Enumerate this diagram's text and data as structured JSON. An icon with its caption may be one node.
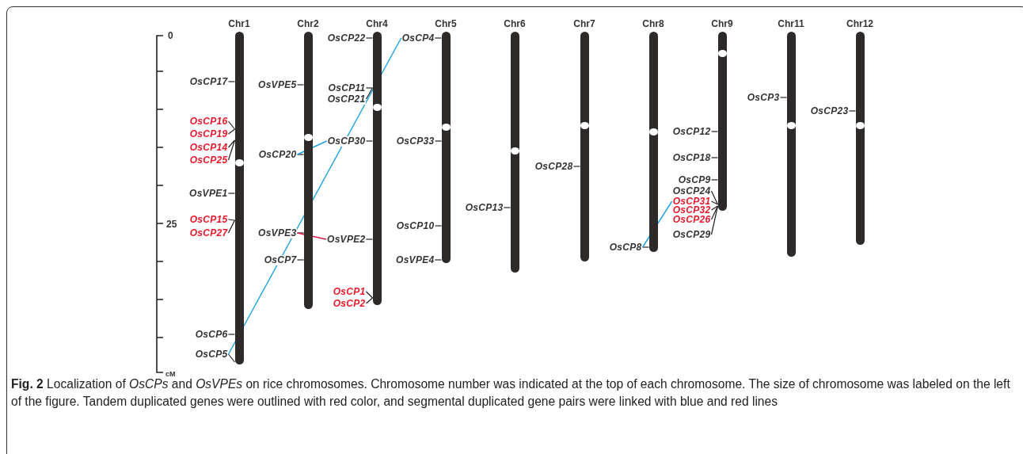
{
  "diagram": {
    "caption": "**Fig. 2** Localization of *OsCPs* and *OsVPEs* on rice chromosomes. Chromosome number was indicated at the top of each chromosome. The size of chromosome was labeled on the left of the figure. Tandem duplicated genes were outlined with red color, and segmental duplicated gene pairs were linked with blue and red lines",
    "nodes": [
      {
        "text": [
          "Chr1"
        ]
      },
      {
        "text": [
          "Chr2"
        ]
      },
      {
        "text": [
          "Chr4"
        ]
      },
      {
        "text": [
          "Chr5"
        ]
      },
      {
        "text": [
          "Chr6"
        ]
      },
      {
        "text": [
          "Chr7"
        ]
      },
      {
        "text": [
          "Chr8"
        ]
      },
      {
        "text": [
          "Chr9"
        ]
      },
      {
        "text": [
          "Chr11"
        ]
      },
      {
        "text": [
          "Chr12"
        ]
      },
      {
        "text": [
          "OsCP17"
        ]
      },
      {
        "text": [
          "OsCP16"
        ]
      },
      {
        "text": [
          "OsCP19"
        ]
      },
      {
        "text": [
          "OsCP14"
        ]
      },
      {
        "text": [
          "OsCP25"
        ]
      },
      {
        "text": [
          "OsVPE1"
        ]
      },
      {
        "text": [
          "OsCP15"
        ]
      },
      {
        "text": [
          "OsCP27"
        ]
      },
      {
        "text": [
          "OsCP6"
        ]
      },
      {
        "text": [
          "OsCP5"
        ]
      },
      {
        "text": [
          "OsVPE5"
        ]
      },
      {
        "text": [
          "OsCP20"
        ]
      },
      {
        "text": [
          "OsVPE3"
        ]
      },
      {
        "text": [
          "OsCP7"
        ]
      },
      {
        "text": [
          "OsCP22"
        ]
      },
      {
        "text": [
          "OsCP11"
        ]
      },
      {
        "text": [
          "OsCP21"
        ]
      },
      {
        "text": [
          "OsCP30"
        ]
      },
      {
        "text": [
          "OsVPE2"
        ]
      },
      {
        "text": [
          "OsCP1"
        ]
      },
      {
        "text": [
          "OsCP2"
        ]
      },
      {
        "text": [
          "OsCP4"
        ]
      },
      {
        "text": [
          "OsCP33"
        ]
      },
      {
        "text": [
          "OsCP10"
        ]
      },
      {
        "text": [
          "OsVPE4"
        ]
      },
      {
        "text": [
          "OsCP13"
        ]
      },
      {
        "text": [
          "OsCP28"
        ]
      },
      {
        "text": [
          "OsCP8"
        ]
      },
      {
        "text": [
          "OsCP12"
        ]
      },
      {
        "text": [
          "OsCP18"
        ]
      },
      {
        "text": [
          "OsCP9"
        ]
      },
      {
        "text": [
          "OsCP24"
        ]
      },
      {
        "text": [
          "OsCP31"
        ]
      },
      {
        "text": [
          "OsCP32"
        ]
      },
      {
        "text": [
          "OsCP26"
        ]
      },
      {
        "text": [
          "OsCP29"
        ]
      },
      {
        "text": [
          "OsCP3"
        ]
      },
      {
        "text": [
          "OsCP23"
        ]
      }
    ],
    "edges": [
      {
        "from": 10,
        "to": 0,
        "arrow": "none"
      },
      {
        "from": 11,
        "to": 0,
        "arrow": "none"
      },
      {
        "from": 12,
        "to": 0,
        "arrow": "none"
      },
      {
        "from": 13,
        "to": 0,
        "arrow": "none"
      },
      {
        "from": 14,
        "to": 0,
        "arrow": "none"
      },
      {
        "from": 15,
        "to": 0,
        "arrow": "none"
      },
      {
        "from": 16,
        "to": 0,
        "arrow": "none"
      },
      {
        "from": 17,
        "to": 0,
        "arrow": "none"
      },
      {
        "from": 18,
        "to": 0,
        "arrow": "none"
      },
      {
        "from": 19,
        "to": 0,
        "arrow": "none"
      },
      {
        "from": 20,
        "to": 1,
        "arrow": "none"
      },
      {
        "from": 21,
        "to": 1,
        "arrow": "none"
      },
      {
        "from": 22,
        "to": 1,
        "arrow": "none"
      },
      {
        "from": 23,
        "to": 1,
        "arrow": "none"
      },
      {
        "from": 24,
        "to": 2,
        "arrow": "none"
      },
      {
        "from": 25,
        "to": 2,
        "arrow": "none"
      },
      {
        "from": 26,
        "to": 2,
        "arrow": "none"
      },
      {
        "from": 27,
        "to": 2,
        "arrow": "none"
      },
      {
        "from": 28,
        "to": 2,
        "arrow": "none"
      },
      {
        "from": 29,
        "to": 2,
        "arrow": "none"
      },
      {
        "from": 30,
        "to": 2,
        "arrow": "none"
      },
      {
        "from": 31,
        "to": 3,
        "arrow": "none"
      },
      {
        "from": 32,
        "to": 3,
        "arrow": "none"
      },
      {
        "from": 33,
        "to": 3,
        "arrow": "none"
      },
      {
        "from": 34,
        "to": 3,
        "arrow": "none"
      },
      {
        "from": 35,
        "to": 4,
        "arrow": "none"
      },
      {
        "from": 36,
        "to": 5,
        "arrow": "none"
      },
      {
        "from": 37,
        "to": 6,
        "arrow": "none"
      },
      {
        "from": 38,
        "to": 7,
        "arrow": "none"
      },
      {
        "from": 39,
        "to": 7,
        "arrow": "none"
      },
      {
        "from": 40,
        "to": 7,
        "arrow": "none"
      },
      {
        "from": 41,
        "to": 7,
        "arrow": "none"
      },
      {
        "from": 42,
        "to": 7,
        "arrow": "none"
      },
      {
        "from": 43,
        "to": 7,
        "arrow": "none"
      },
      {
        "from": 44,
        "to": 7,
        "arrow": "none"
      },
      {
        "from": 45,
        "to": 7,
        "arrow": "none"
      },
      {
        "from": 46,
        "to": 8,
        "arrow": "none"
      },
      {
        "from": 47,
        "to": 9,
        "arrow": "none"
      },
      {
        "from": 19,
        "to": 31,
        "arrow": "none",
        "color": "#1ba1e2"
      },
      {
        "from": 21,
        "to": 27,
        "arrow": "none",
        "color": "#1ba1e2"
      },
      {
        "from": 22,
        "to": 28,
        "arrow": "none",
        "color": "#e5194a"
      },
      {
        "from": 37,
        "to": 42,
        "arrow": "none",
        "color": "#1ba1e2"
      }
    ],
    "labels": [
      "0",
      "25",
      "cM"
    ]
  }
}
